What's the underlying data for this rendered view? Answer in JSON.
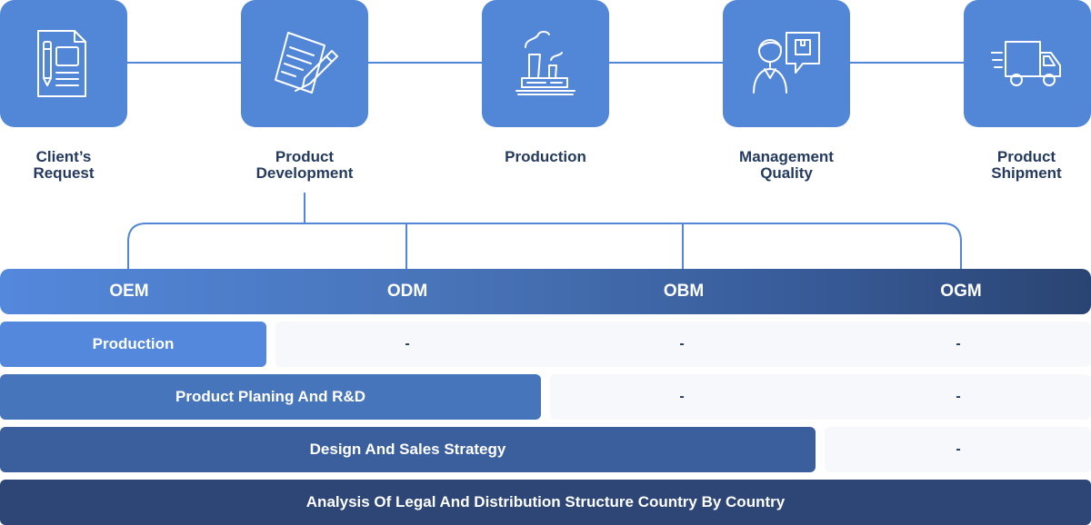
{
  "steps": [
    {
      "label": "Client’s\nRequest",
      "icon": "document-icon"
    },
    {
      "label": "Product\nDevelopment",
      "icon": "pen-paper-icon"
    },
    {
      "label": "Production",
      "icon": "factory-icon"
    },
    {
      "label": "Management\nQuality",
      "icon": "inspector-icon"
    },
    {
      "label": "Product\nShipment",
      "icon": "truck-icon"
    }
  ],
  "models": [
    "OEM",
    "ODM",
    "OBM",
    "OGM"
  ],
  "rows": [
    {
      "label": "Production",
      "empty": [
        "-",
        "-",
        "-"
      ]
    },
    {
      "label": "Product Planing And R&D",
      "empty": [
        "-",
        "-"
      ]
    },
    {
      "label": "Design And Sales Strategy",
      "empty": [
        "-"
      ]
    },
    {
      "label": "Analysis Of Legal And Distribution Structure Country By Country",
      "empty": []
    }
  ],
  "colors": {
    "primary": "#5286d6",
    "text_dark": "#243a5e",
    "row1": "#5488dc",
    "row2": "#4775bb",
    "row3": "#3b5f9c",
    "row4": "#2d4675",
    "empty_cell": "#f7f8fc"
  }
}
